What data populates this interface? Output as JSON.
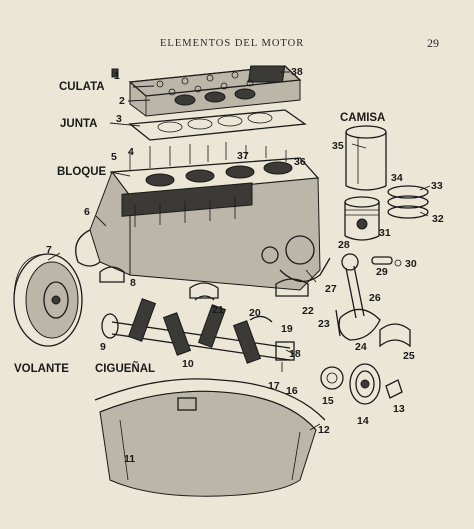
{
  "header": {
    "title": "ELEMENTOS DEL MOTOR",
    "page_number": "29"
  },
  "labels": {
    "culata": "CULATA",
    "junta": "JUNTA",
    "bloque": "BLOQUE",
    "camisa": "CAMISA",
    "volante": "VOLANTE",
    "cigueñal": "CIGUEÑAL"
  },
  "numbers": {
    "n1": "1",
    "n2": "2",
    "n3": "3",
    "n4": "4",
    "n5": "5",
    "n6": "6",
    "n7": "7",
    "n8": "8",
    "n9": "9",
    "n10": "10",
    "n11": "11",
    "n12": "12",
    "n13": "13",
    "n14": "14",
    "n15": "15",
    "n16": "16",
    "n17": "17",
    "n18": "18",
    "n19": "19",
    "n20": "20",
    "n21": "21",
    "n22": "22",
    "n23": "23",
    "n24": "24",
    "n25": "25",
    "n26": "26",
    "n27": "27",
    "n28": "28",
    "n29": "29",
    "n30": "30",
    "n31": "31",
    "n32": "32",
    "n33": "33",
    "n34": "34",
    "n35": "35",
    "n36": "36",
    "n37": "37",
    "n38": "38"
  }
}
